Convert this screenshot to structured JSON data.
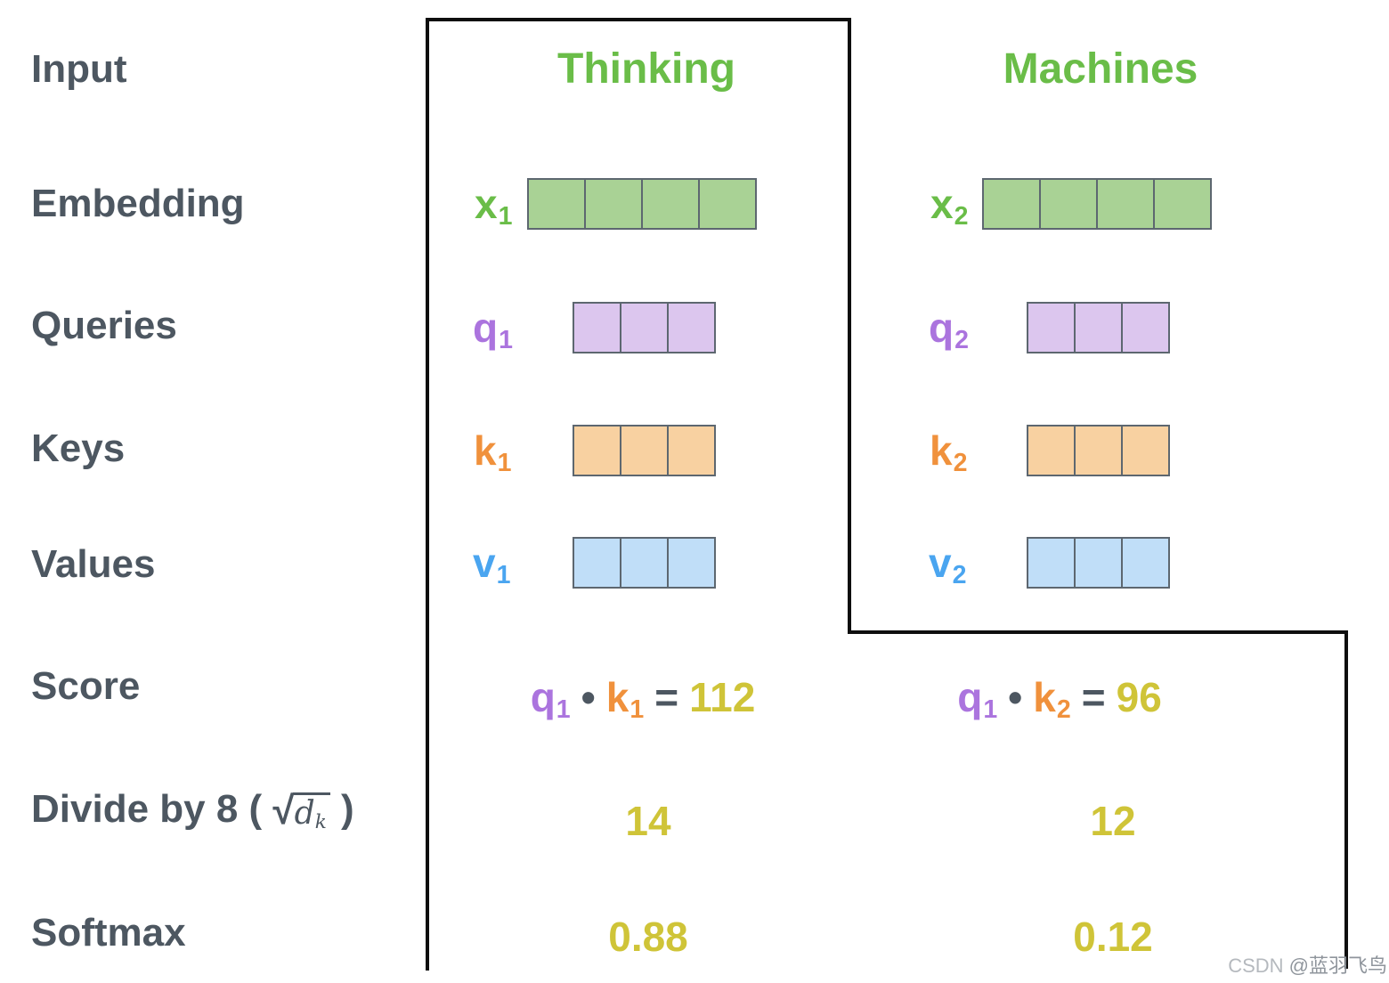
{
  "colors": {
    "label_gray": "#4d5761",
    "frame_black": "#0e0e0e",
    "header_green": "#6abd48",
    "embedding_text": "#6abd48",
    "embedding_fill": "#a9d295",
    "query_text": "#ab74de",
    "query_fill": "#dcc6ee",
    "key_text": "#f0913c",
    "key_fill": "#f8d1a1",
    "value_text": "#4aa5f0",
    "value_fill": "#c0def8",
    "result_yellow": "#cfc438",
    "cell_border": "#5d6770",
    "watermark_light": "#b5b9be",
    "watermark_dark": "#8f959c"
  },
  "row_labels": {
    "input": "Input",
    "embedding": "Embedding",
    "queries": "Queries",
    "keys": "Keys",
    "values": "Values",
    "score": "Score",
    "divide_prefix": "Divide by 8 ( ",
    "divide_sqrt": "√",
    "divide_d": "d",
    "divide_sub": "k",
    "divide_suffix": " )",
    "softmax": "Softmax"
  },
  "columns": {
    "col1": {
      "header": "Thinking",
      "score": {
        "q": "q",
        "q_sub": "1",
        "dot": "•",
        "k": "k",
        "k_sub": "1",
        "eq": "=",
        "value": "112"
      },
      "divided": "14",
      "softmax": "0.88"
    },
    "col2": {
      "header": "Machines",
      "score": {
        "q": "q",
        "q_sub": "1",
        "dot": "•",
        "k": "k",
        "k_sub": "2",
        "eq": "=",
        "value": "96"
      },
      "divided": "12",
      "softmax": "0.12"
    }
  },
  "vectors": {
    "x1": {
      "letter": "x",
      "sub": "1",
      "cells": 4
    },
    "q1": {
      "letter": "q",
      "sub": "1",
      "cells": 3
    },
    "k1": {
      "letter": "k",
      "sub": "1",
      "cells": 3
    },
    "v1": {
      "letter": "v",
      "sub": "1",
      "cells": 3
    },
    "x2": {
      "letter": "x",
      "sub": "2",
      "cells": 4
    },
    "q2": {
      "letter": "q",
      "sub": "2",
      "cells": 3
    },
    "k2": {
      "letter": "k",
      "sub": "2",
      "cells": 3
    },
    "v2": {
      "letter": "v",
      "sub": "2",
      "cells": 3
    }
  },
  "watermark": {
    "prefix": "CSDN ",
    "handle": "@蓝羽飞鸟"
  }
}
